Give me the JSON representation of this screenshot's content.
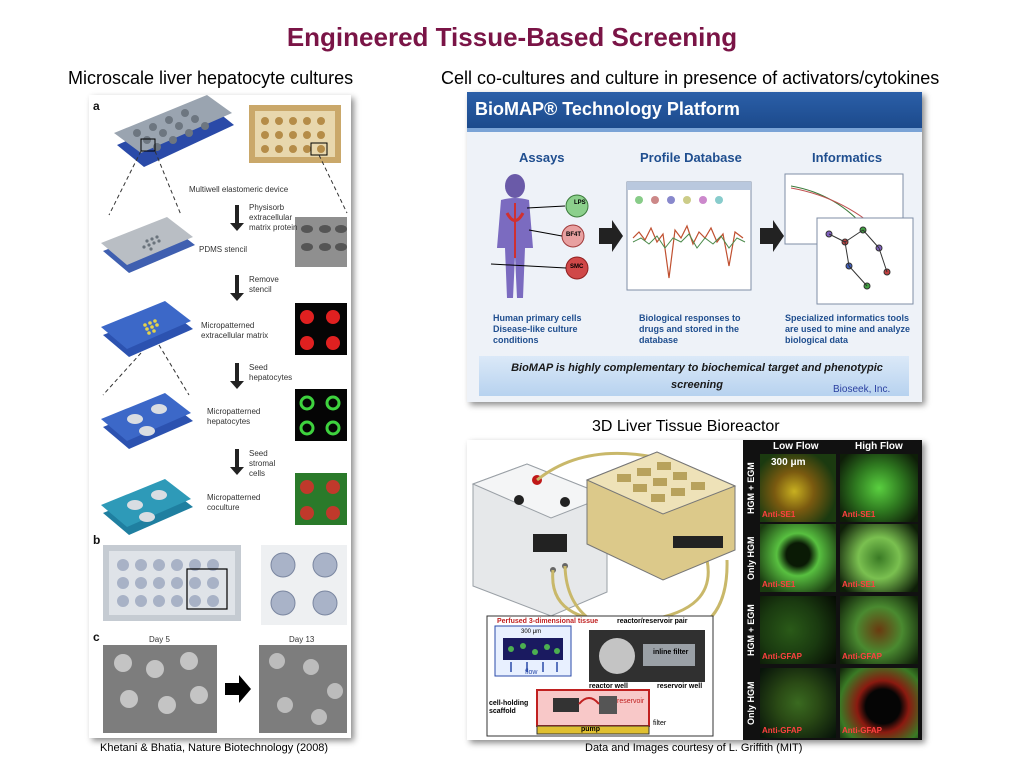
{
  "slide": {
    "title": "Engineered Tissue-Based Screening",
    "left_caption": "Microscale liver hepatocyte cultures",
    "right_caption": "Cell co-cultures and culture in presence of activators/cytokines",
    "bioreactor_caption": "3D Liver Tissue Bioreactor",
    "left_credit": "Khetani & Bhatia, Nature Biotechnology (2008)",
    "right_credit": "Data and Images courtesy of L. Griffith (MIT)"
  },
  "left_figure": {
    "panel_a": "a",
    "panel_b": "b",
    "panel_c": "c",
    "multiwell": "Multiwell elastomeric device",
    "step1": "Physisorb extracellular matrix protein",
    "pdms": "PDMS stencil",
    "step2": "Remove stencil",
    "micro_ecm": "Micropatterned extracellular matrix",
    "step3": "Seed hepatocytes",
    "micro_hep": "Micropatterned hepatocytes",
    "step4": "Seed stromal cells",
    "micro_co": "Micropatterned coculture",
    "day5": "Day 5",
    "day13": "Day 13"
  },
  "biomap": {
    "header": "BioMAP® Technology Platform",
    "col1": "Assays",
    "col2": "Profile Database",
    "col3": "Informatics",
    "lps": "LPS",
    "bf4t": "BF4T",
    "smc": "SMC",
    "desc1": "Human primary cells Disease-like culture conditions",
    "desc2": "Biological responses to drugs and stored in the database",
    "desc3": "Specialized informatics tools are used to mine and analyze biological data",
    "banner": "BioMAP is highly complementary to biochemical target and phenotypic screening",
    "credit": "Bioseek, Inc."
  },
  "bioreactor": {
    "low_flow": "Low Flow",
    "high_flow": "High Flow",
    "scale": "300 μm",
    "row1": "HGM + EGM",
    "row2": "Only HGM",
    "row3": "HGM + EGM",
    "row4": "Only HGM",
    "anti_se1": "Anti-SE1",
    "anti_gfap": "Anti-GFAP",
    "inset_title": "Perfused 3-dimensional tissue",
    "inset_scale": "300 μm",
    "flow": "flow",
    "pair": "reactor/reservoir pair",
    "inline": "inline filter",
    "reactor_well": "reactor well",
    "reservoir_well": "reservoir well",
    "scaffold": "cell-holding scaffold",
    "reservoir": "reservoir",
    "filter": "filter",
    "pump": "pump"
  }
}
